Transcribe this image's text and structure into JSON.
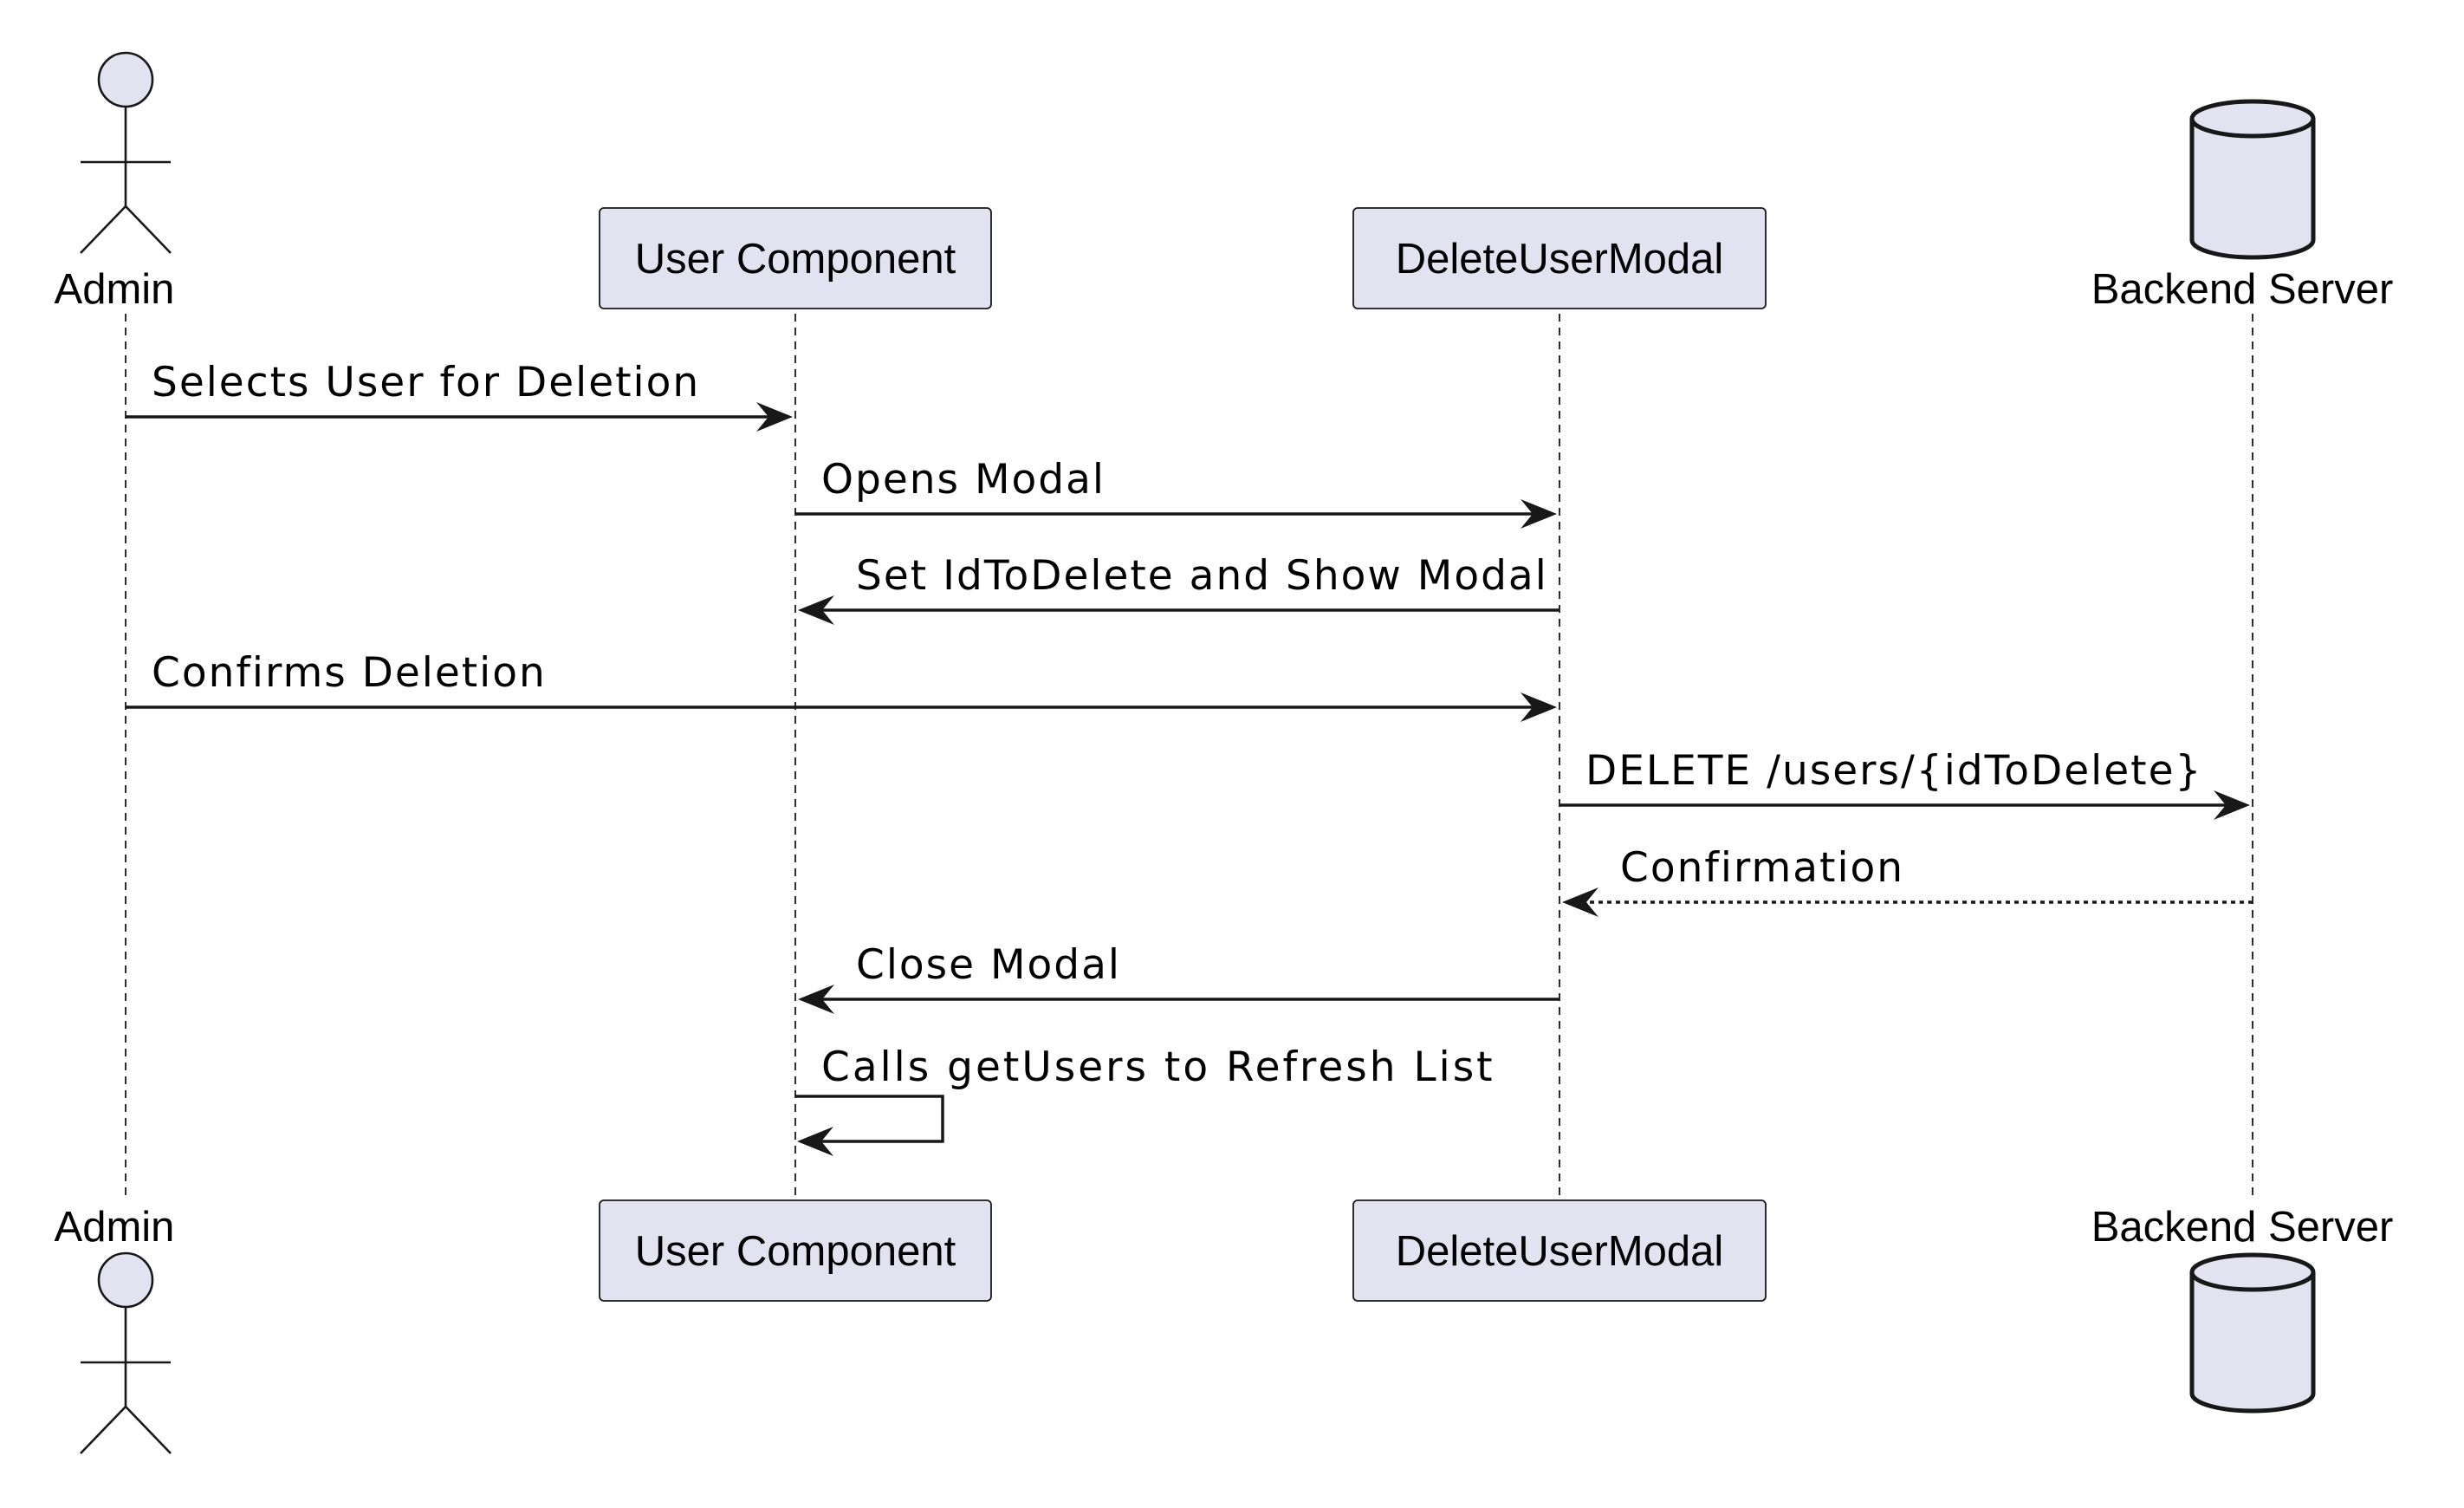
{
  "participants": [
    {
      "id": "admin",
      "label": "Admin",
      "shape": "actor"
    },
    {
      "id": "user_component",
      "label": "User Component",
      "shape": "participant"
    },
    {
      "id": "delete_user_modal",
      "label": "DeleteUserModal",
      "shape": "participant"
    },
    {
      "id": "backend_server",
      "label": "Backend Server",
      "shape": "database"
    }
  ],
  "messages": [
    {
      "from": "admin",
      "to": "user_component",
      "label": "Selects User for Deletion",
      "style": "solid"
    },
    {
      "from": "user_component",
      "to": "delete_user_modal",
      "label": "Opens Modal",
      "style": "solid"
    },
    {
      "from": "delete_user_modal",
      "to": "user_component",
      "label": "Set IdToDelete and Show Modal",
      "style": "solid"
    },
    {
      "from": "admin",
      "to": "delete_user_modal",
      "label": "Confirms Deletion",
      "style": "solid"
    },
    {
      "from": "delete_user_modal",
      "to": "backend_server",
      "label": "DELETE /users/{idToDelete}",
      "style": "solid"
    },
    {
      "from": "backend_server",
      "to": "delete_user_modal",
      "label": "Confirmation",
      "style": "dashed"
    },
    {
      "from": "delete_user_modal",
      "to": "user_component",
      "label": "Close Modal",
      "style": "solid"
    },
    {
      "from": "user_component",
      "to": "user_component",
      "label": "Calls getUsers to Refresh List",
      "style": "solid"
    }
  ],
  "colors": {
    "participant_fill": "#E2E2F0",
    "line": "#181818",
    "text": "#000000",
    "background": "#FFFFFF"
  }
}
